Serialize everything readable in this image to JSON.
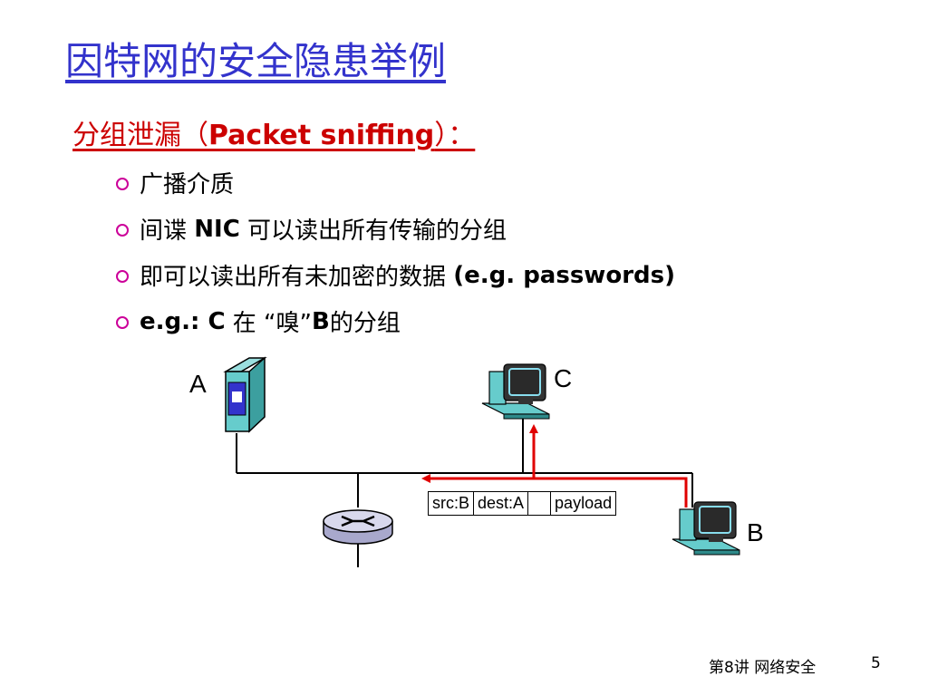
{
  "slide": {
    "title": "因特网的安全隐患举例",
    "subtitle_prefix": "分组泄漏（",
    "subtitle_bold": "Packet sniffing",
    "subtitle_suffix": "）："
  },
  "bullets": [
    {
      "text": "广播介质"
    },
    {
      "pre": "间谍 ",
      "bold": "NIC",
      "post": " 可以读出所有传输的分组"
    },
    {
      "pre": "即可以读出所有未加密的数据 ",
      "bold": "(e.g. passwords)",
      "post": ""
    },
    {
      "bold1": "e.g.: C",
      "mid": " 在 “嗅”",
      "bold2": "B",
      "post": "的分组"
    }
  ],
  "diagram": {
    "nodes": {
      "a": "A",
      "b": "B",
      "c": "C"
    },
    "packet": {
      "src": "src:B",
      "dest": "dest:A",
      "blank": "",
      "payload": "payload"
    },
    "colors": {
      "wire": "#000000",
      "sniff_arrow": "#e00000",
      "server_body": "#66cccc",
      "monitor": "#333333",
      "router": "#c8c8e0"
    }
  },
  "footer": {
    "lecture": "第8讲 网络安全",
    "page_number": "5"
  }
}
